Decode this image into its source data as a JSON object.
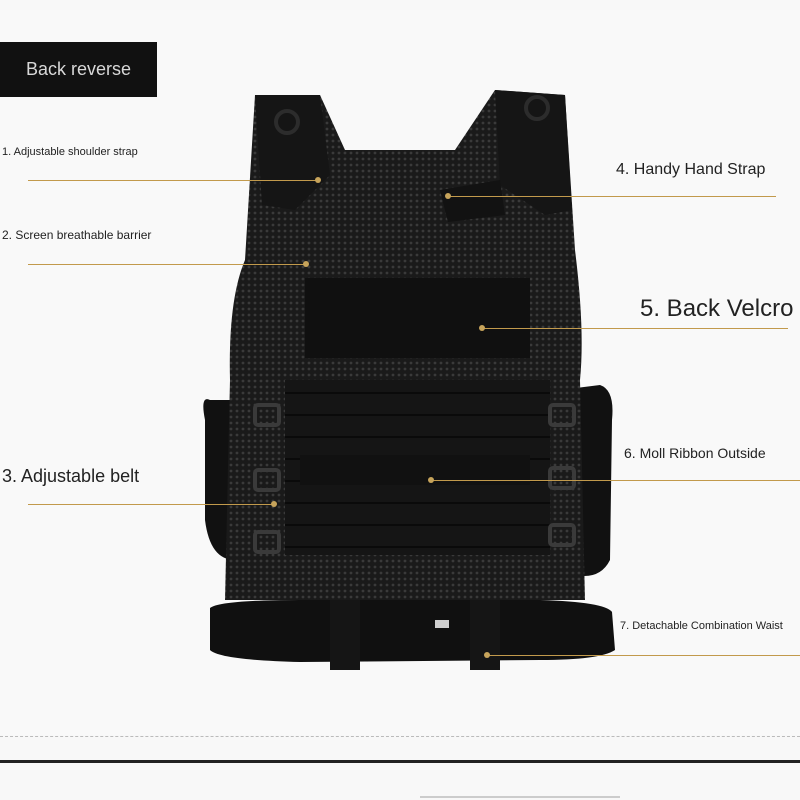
{
  "title": "Back reverse",
  "labels": {
    "l1": "1. Adjustable shoulder strap",
    "l2": "2. Screen breathable barrier",
    "l3": "3. Adjustable belt",
    "l4": "4. Handy Hand Strap",
    "l5": "5. Back Velcro",
    "l6": "6. Moll Ribbon Outside",
    "l7": "7. Detachable Combination Waist"
  },
  "colors": {
    "accent_line": "#c29a4c",
    "vest": "#141414",
    "mesh": "#242424"
  }
}
